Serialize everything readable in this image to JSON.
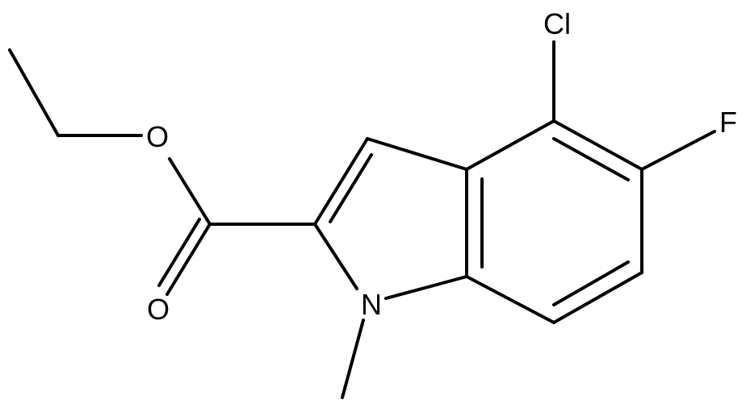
{
  "molecule": {
    "atoms": {
      "chlorine": "Cl",
      "fluorine": "F",
      "ester_oxygen": "O",
      "carbonyl_oxygen": "O",
      "nitrogen": "N"
    }
  },
  "colors": {
    "bond": "#000000",
    "label": "#000000",
    "background": "#ffffff"
  }
}
